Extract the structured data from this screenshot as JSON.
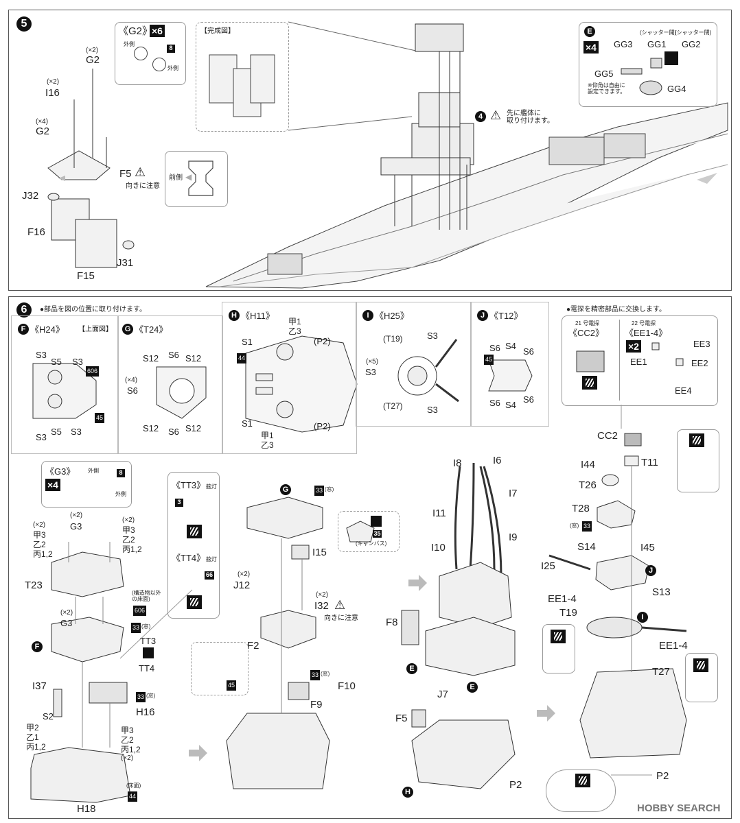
{
  "step5": {
    "number": "5",
    "g2_box": {
      "title": "《G2》",
      "count": "×6",
      "paint": "8",
      "outer": "外側",
      "outer2": "外側"
    },
    "complete_box": {
      "title": "【完成図】"
    },
    "labels": {
      "g2_top_count": "(×2)",
      "g2_top": "G2",
      "i16_count": "(×2)",
      "i16": "I16",
      "g2_mid_count": "(×4)",
      "g2_mid": "G2",
      "f5": "F5",
      "f5_note": "向きに注意",
      "j32": "J32",
      "f16": "F16",
      "j31": "J31",
      "f15": "F15",
      "front": "前側"
    },
    "attach_note_num": "4",
    "attach_note": "先に艦体に\n取り付けます。",
    "e_box": {
      "letter": "E",
      "count": "×4",
      "gg3": "GG3",
      "gg1": "GG1",
      "gg2": "GG2",
      "shutter_open": "(シャッター開)",
      "shutter_close": "(シャッター閉)",
      "gg5": "GG5",
      "gg4": "GG4",
      "note": "※仰角は自由に\n設定できます。"
    }
  },
  "step6": {
    "number": "6",
    "header_note": "●部品を図の位置に取り付けます。",
    "radar_note": "●電探を精密部品に交換します。",
    "f_box": {
      "letter": "F",
      "title": "《H24》",
      "sub": "【上面図】",
      "s3a": "S3",
      "s5a": "S5",
      "s3b": "S3",
      "paint1": "606",
      "paint2": "45",
      "s3c": "S3",
      "s5b": "S5",
      "s3d": "S3"
    },
    "g_box": {
      "letter": "G",
      "title": "《T24》",
      "s12a": "S12",
      "s6a": "S6",
      "s12b": "S12",
      "count": "(×4)",
      "s6b": "S6",
      "s12c": "S12",
      "s6c": "S6",
      "s12d": "S12"
    },
    "h_box": {
      "letter": "H",
      "title": "《H11》",
      "s1a": "S1",
      "ko1": "甲1",
      "otsu3": "乙3",
      "p2a": "(P2)",
      "paint": "44",
      "s1b": "S1",
      "ko1b": "甲1",
      "otsu3b": "乙3",
      "p2b": "(P2)"
    },
    "i_box": {
      "letter": "I",
      "title": "《H25》",
      "t19": "(T19)",
      "s3a": "S3",
      "count": "(×5)",
      "s3b": "S3",
      "t27": "(T27)",
      "s3c": "S3"
    },
    "j_box": {
      "letter": "J",
      "title": "《T12》",
      "s6a": "S6",
      "s4a": "S4",
      "s6b": "S6",
      "paint": "45",
      "s6c": "S6",
      "s4b": "S4",
      "s6d": "S6"
    },
    "cc2_box": {
      "sub": "21 号電探",
      "title": "《CC2》"
    },
    "ee_box": {
      "sub": "22 号電探",
      "title": "《EE1-4》",
      "count": "×2",
      "ee3": "EE3",
      "ee1": "EE1",
      "ee2": "EE2",
      "ee4": "EE4"
    },
    "g3_box": {
      "title": "《G3》",
      "count": "×4",
      "paint": "8",
      "outer": "外側",
      "outer2": "外側"
    },
    "tt3": {
      "title": "《TT3》",
      "tag": "舷灯",
      "paint": "3"
    },
    "tt4": {
      "title": "《TT4》",
      "tag": "舷灯",
      "paint": "66"
    },
    "left_asm": {
      "c1": "(×2)",
      "g3": "G3",
      "c2": "(×2)",
      "k3": "甲3",
      "o2": "乙2",
      "h12": "丙1,2",
      "c3": "(×2)",
      "k3b": "甲3",
      "o2b": "乙2",
      "h12b": "丙1,2",
      "t23": "T23",
      "note": "(構造物以外\nの床面)",
      "p606": "606",
      "c4": "(×2)",
      "g3b": "G3",
      "p33": "33",
      "window": "(窓)",
      "f": "F",
      "tt3": "TT3",
      "tt4": "TT4",
      "i37": "I37",
      "p33b": "33",
      "window2": "(窓)",
      "h16": "H16",
      "s2": "S2",
      "k2": "甲2",
      "o1": "乙1",
      "h12c": "丙1,2",
      "k3c": "甲3",
      "o2c": "乙2",
      "h12d": "丙1,2",
      "c5": "(×2)",
      "floor": "(床面)",
      "p44": "44",
      "h18": "H18"
    },
    "mid_asm": {
      "g": "G",
      "p33": "33",
      "window": "(窓)",
      "i15": "I15",
      "p35": "35",
      "canvas": "(キャンバス)",
      "c1": "(×2)",
      "j12": "J12",
      "c2": "(×2)",
      "i32": "I32",
      "note": "向きに注意",
      "f2": "F2",
      "p45": "45",
      "p33b": "33",
      "window2": "(窓)",
      "f10": "F10",
      "f9": "F9"
    },
    "right_asm": {
      "i8": "I8",
      "i6": "I6",
      "i7": "I7",
      "i11": "I11",
      "i9": "I9",
      "i10": "I10",
      "f8": "F8",
      "e1": "E",
      "e2": "E",
      "j7": "J7",
      "f5": "F5",
      "h": "H",
      "p2": "P2"
    },
    "far_asm": {
      "cc2": "CC2",
      "i44": "I44",
      "t11": "T11",
      "t26": "T26",
      "t28": "T28",
      "window": "(窓)",
      "p33": "33",
      "s14": "S14",
      "i45": "I45",
      "i25": "I25",
      "j": "J",
      "s13": "S13",
      "ee14a": "EE1-4",
      "t19": "T19",
      "i": "I",
      "ee14b": "EE1-4",
      "t27": "T27",
      "p2": "P2"
    }
  },
  "watermark": {
    "brand": "HOBBY SEARCH"
  }
}
